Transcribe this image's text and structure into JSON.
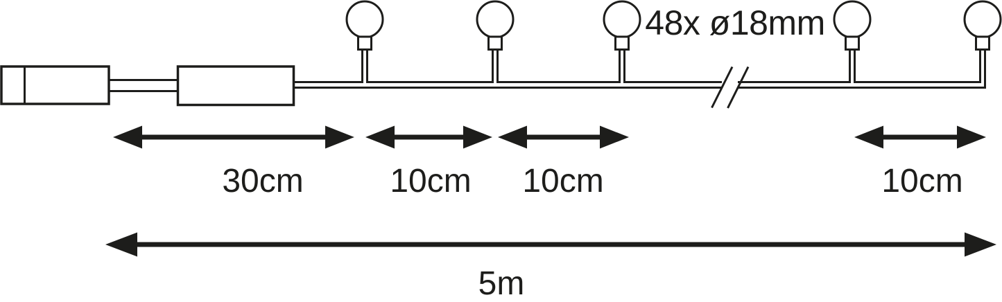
{
  "spec": {
    "text": "48x ø18mm",
    "bulb_count": "48x",
    "bulb_diameter": "ø18mm"
  },
  "dimensions": {
    "segments": [
      {
        "id": "lead-to-first-bulb",
        "label": "30cm"
      },
      {
        "id": "bulb-gap-1",
        "label": "10cm"
      },
      {
        "id": "bulb-gap-2",
        "label": "10cm"
      },
      {
        "id": "bulb-gap-last",
        "label": "10cm"
      }
    ],
    "total": {
      "id": "total-length",
      "label": "5m"
    }
  },
  "colors": {
    "line": "#1d1d1b",
    "background": "#ffffff"
  }
}
